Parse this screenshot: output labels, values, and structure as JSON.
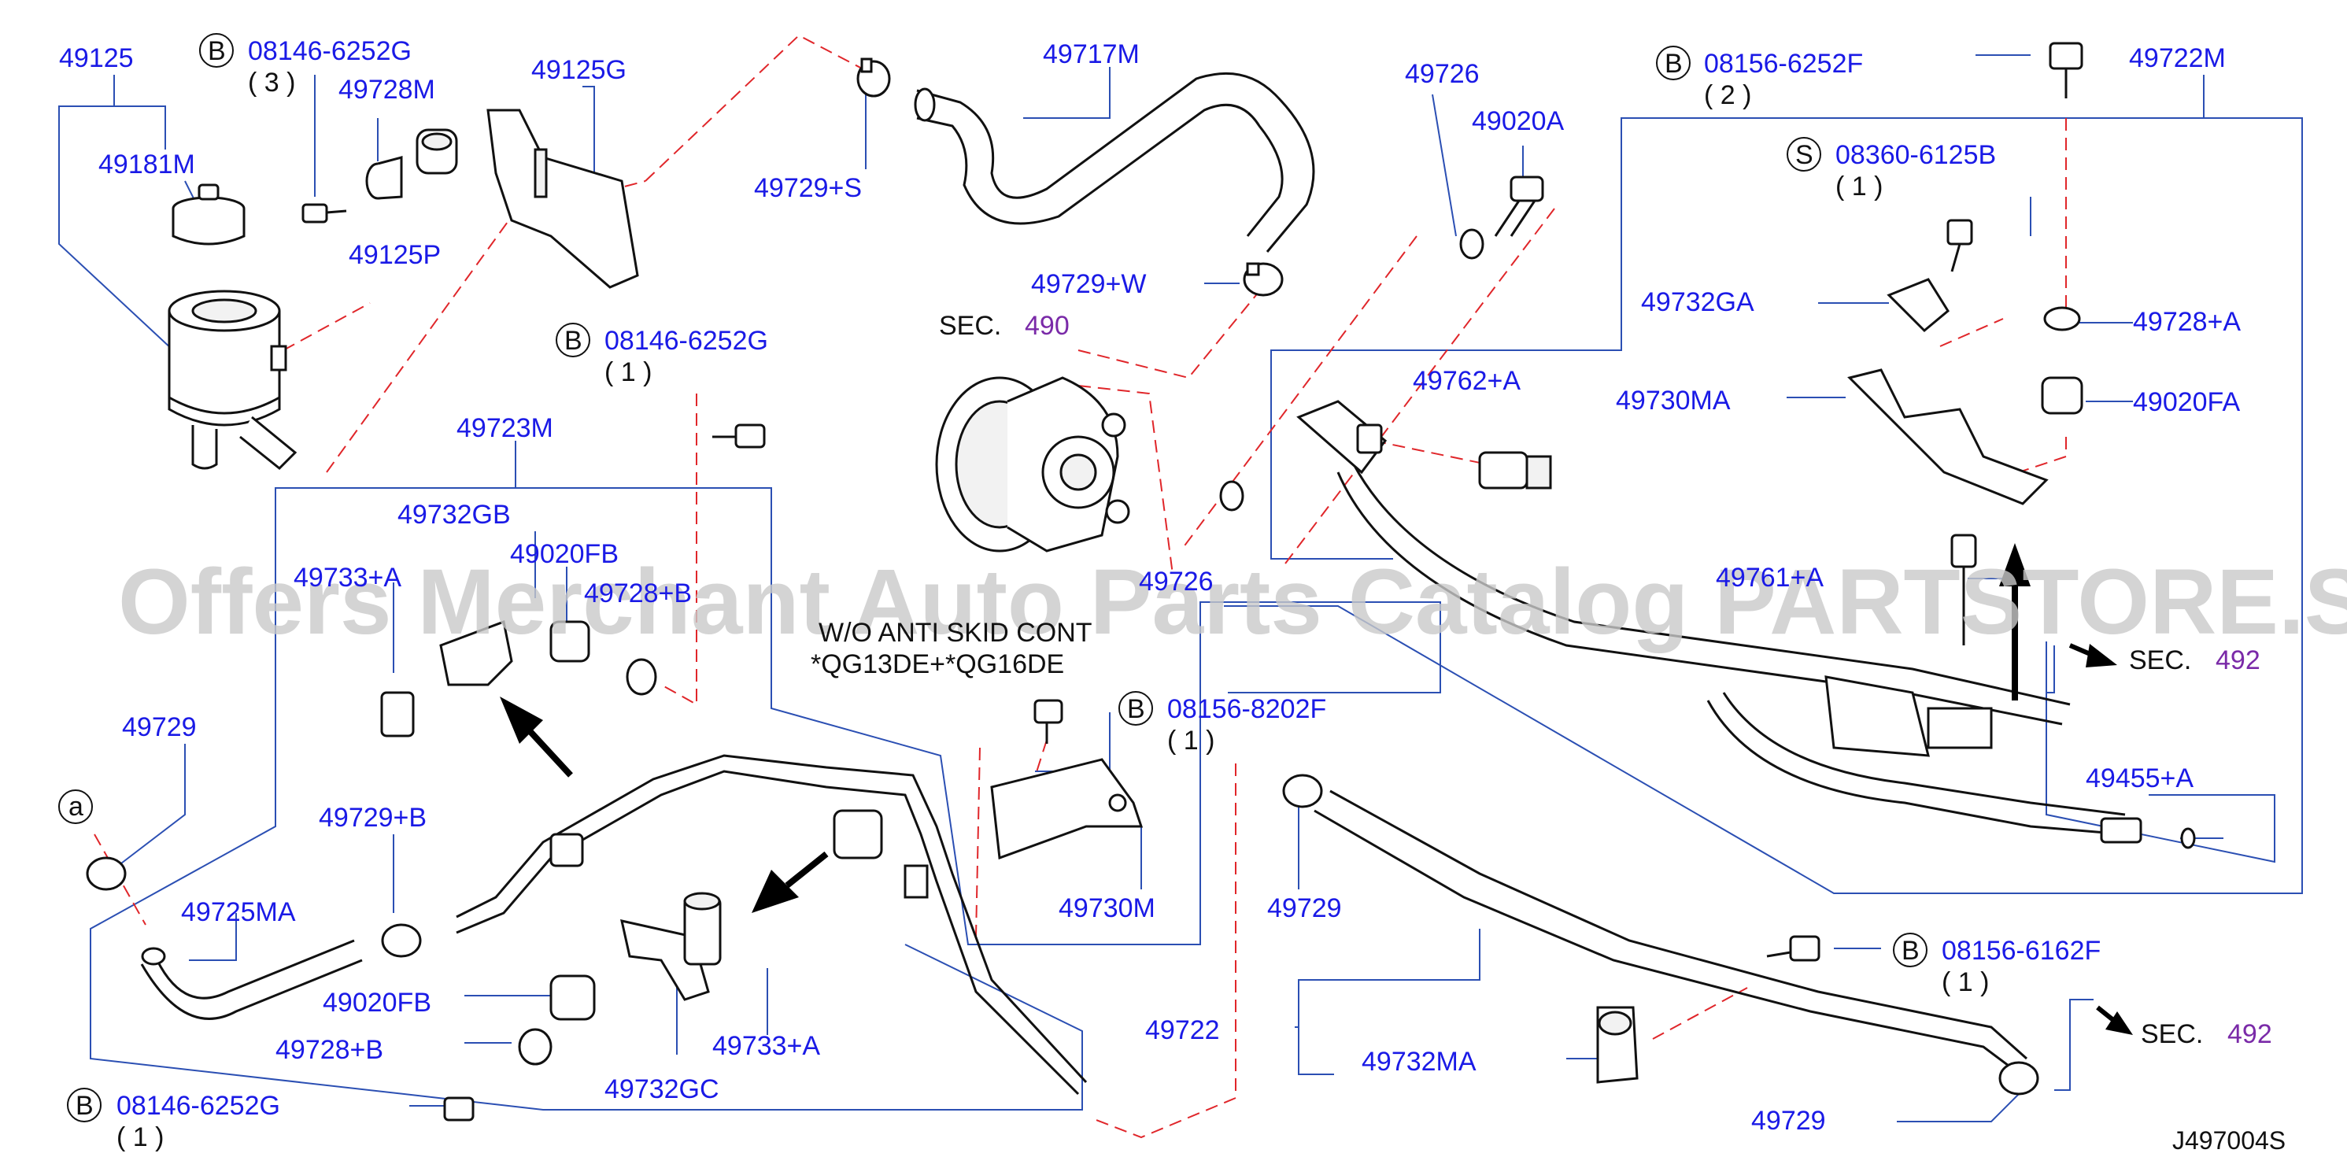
{
  "diagram_id": "J497004S",
  "watermark": "Offers Merchant Auto Parts Catalog PARTSTORE.SA",
  "note": {
    "line1": "W/O  ANTI  SKID  CONT",
    "line2": "*QG13DE+*QG16DE"
  },
  "labels": {
    "p49125": "49125",
    "p49181M": "49181M",
    "p49728M": "49728M",
    "p49125P": "49125P",
    "p49125G": "49125G",
    "p49729S": "49729+S",
    "p49717M": "49717M",
    "p49729W": "49729+W",
    "p49726a": "49726",
    "p49020A": "49020A",
    "p49722M": "49722M",
    "p49732GA": "49732GA",
    "p49728A": "49728+A",
    "p49730MA": "49730MA",
    "p49020FA": "49020FA",
    "p49762A": "49762+A",
    "p49723M": "49723M",
    "p49732GB": "49732GB",
    "p49020FB_top": "49020FB",
    "p49733A_top": "49733+A",
    "p49728B_top": "49728+B",
    "p49726b": "49726",
    "p49761A": "49761+A",
    "p49729_left": "49729",
    "p49729B": "49729+B",
    "p49725MA": "49725MA",
    "p49020FB_bot": "49020FB",
    "p49728B_bot": "49728+B",
    "p49732GC": "49732GC",
    "p49733A_bot": "49733+A",
    "p49730M": "49730M",
    "p49729_mid": "49729",
    "p49722": "49722",
    "p49732MA": "49732MA",
    "p49729_bot": "49729",
    "p49455A": "49455+A"
  },
  "bolts": {
    "b1": {
      "symbol": "B",
      "code": "08146-6252G",
      "qty": "( 3 )"
    },
    "b2": {
      "symbol": "B",
      "code": "08146-6252G",
      "qty": "( 1 )"
    },
    "b3": {
      "symbol": "B",
      "code": "08156-6252F",
      "qty": "( 2 )"
    },
    "s1": {
      "symbol": "S",
      "code": "08360-6125B",
      "qty": "( 1    )"
    },
    "b4": {
      "symbol": "B",
      "code": "08156-8202F",
      "qty": "( 1 )"
    },
    "b5": {
      "symbol": "B",
      "code": "08156-6162F",
      "qty": "( 1 )"
    },
    "b6": {
      "symbol": "B",
      "code": "08146-6252G",
      "qty": "( 1 )"
    }
  },
  "sections": {
    "s490": {
      "prefix": "SEC.",
      "num": "490"
    },
    "s492a": {
      "prefix": "SEC.",
      "num": "492"
    },
    "s492b": {
      "prefix": "SEC.",
      "num": "492"
    }
  },
  "callout_a": "a",
  "colors": {
    "part_number": "#1a1ae6",
    "section_number": "#7a2aa8",
    "leader": "#2b4fb3",
    "dashed": "#e0262a"
  }
}
